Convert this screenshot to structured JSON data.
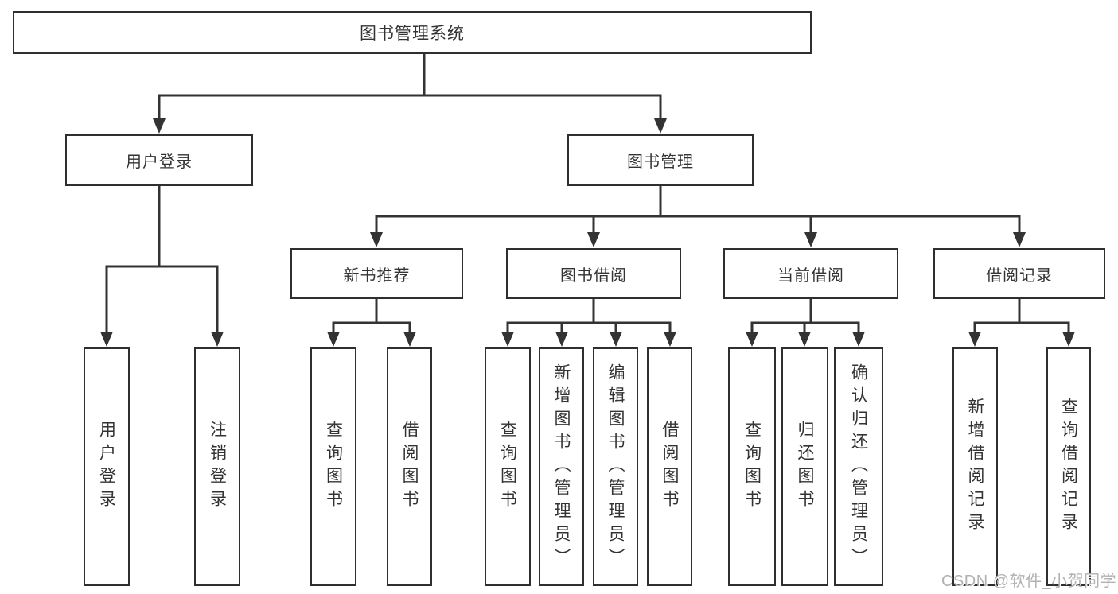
{
  "diagram": {
    "type": "hierarchy-tree",
    "colors": {
      "line": "#333333",
      "box_border": "#2f2f2f",
      "box_fill": "#ffffff",
      "text": "#333333",
      "watermark": "#b2b2b2"
    },
    "nodes": {
      "root": {
        "label": "图书管理系统"
      },
      "branches": [
        {
          "label": "用户登录",
          "leaves": [
            "用户登录",
            "注销登录"
          ]
        },
        {
          "label": "图书管理",
          "groups": [
            {
              "label": "新书推荐",
              "leaves": [
                "查询图书",
                "借阅图书"
              ]
            },
            {
              "label": "图书借阅",
              "leaves": [
                "查询图书",
                "新增图书（管理员）",
                "编辑图书（管理员）",
                "借阅图书"
              ]
            },
            {
              "label": "当前借阅",
              "leaves": [
                "查询图书",
                "归还图书",
                "确认归还（管理员）"
              ]
            },
            {
              "label": "借阅记录",
              "leaves": [
                "新增借阅记录",
                "查询借阅记录"
              ]
            }
          ]
        }
      ]
    }
  },
  "watermark": {
    "text": "CSDN @软件_小贺同学"
  }
}
